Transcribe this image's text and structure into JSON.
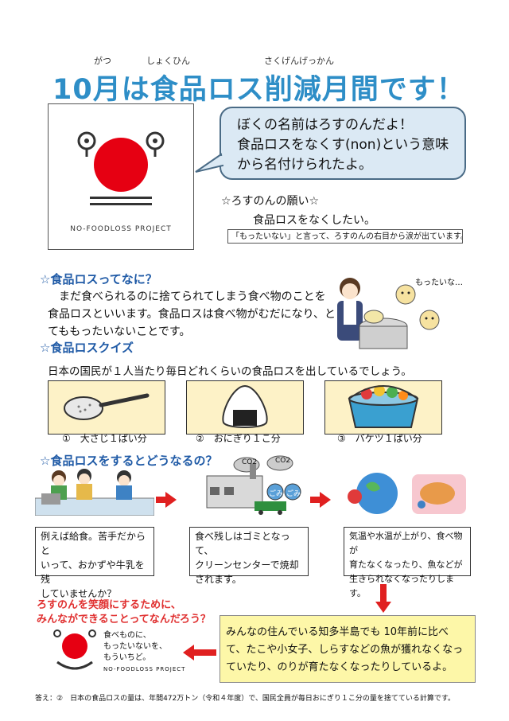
{
  "title": {
    "ruby": [
      "がつ",
      "しょくひん",
      "さくげんげっかん"
    ],
    "text": "10月は食品ロス削減月間です！"
  },
  "logo": {
    "caption": "NO-FOODLOSS PROJECT"
  },
  "bubble": {
    "line1": "ぼくの名前はろすのんだよ！",
    "line2": "食品ロスをなくす(non)という意味",
    "line3": "から名付けられたよ。"
  },
  "wish": {
    "heading": "☆ろすのんの願い☆",
    "text": "食品ロスをなくしたい。",
    "note": "「もったいない」と言って、ろすのんの右目から涙が出ています。"
  },
  "section1": {
    "heading": "☆食品ロスってなに？",
    "lines": [
      "まだ食べられるのに捨てられてしまう食べ物のことを",
      "食品ロスといいます。食品ロスは食べ物がむだになり、と",
      "てももったいないことです。"
    ],
    "speech": "もったいな…"
  },
  "quiz": {
    "heading": "☆食品ロスクイズ",
    "question": "日本の国民が１人当たり毎日どれくらいの食品ロスを出しているでしょう。",
    "options": [
      {
        "label": "①　大さじ１ぱい分",
        "icon": "spoon-icon"
      },
      {
        "label": "②　おにぎり１こ分",
        "icon": "onigiri-icon"
      },
      {
        "label": "③　バケツ１ぱい分",
        "icon": "bucket-icon"
      }
    ]
  },
  "section3": {
    "heading": "☆食品ロスをするとどうなるの？",
    "co2_label": "CO2",
    "bag_label": "ごみ",
    "captions": [
      [
        "例えば給食。苦手だからと",
        "いって、おかずや牛乳を残",
        "していませんか？"
      ],
      [
        "食べ残しはゴミとなって、",
        "クリーンセンターで焼却",
        "されます。"
      ],
      [
        "気温や水温が上がり、食べ物が",
        "育たなくなったり、魚などが",
        "生きられなくなったりします。"
      ]
    ]
  },
  "bottom": {
    "question_line1": "ろすのんを笑顔にするために、",
    "question_line2": "みんなができることってなんだろう？",
    "logo_line1": "食べものに、",
    "logo_line2": "もったいないを、",
    "logo_line3": "もういちど。",
    "logo_caption": "NO-FOODLOSS PROJECT",
    "yellow_lines": [
      "みんなの住んでいる知多半島でも 10年前に比べ",
      "て、たこや小女子、しらすなどの魚が獲れなくなっ",
      "ていたり、のりが育たなくなったりしているよ。"
    ]
  },
  "answer": "答え：②　日本の食品ロスの量は、年間472万トン（令和４年度）で、国民全員が毎日おにぎり１こ分の量を捨てている計算です。",
  "colors": {
    "title": "#2e8ec7",
    "heading": "#1f5aa6",
    "accent_red": "#e02020",
    "question_red": "#e03030",
    "bubble": "#dbe9f4",
    "yellow": "#fdf7a8"
  }
}
